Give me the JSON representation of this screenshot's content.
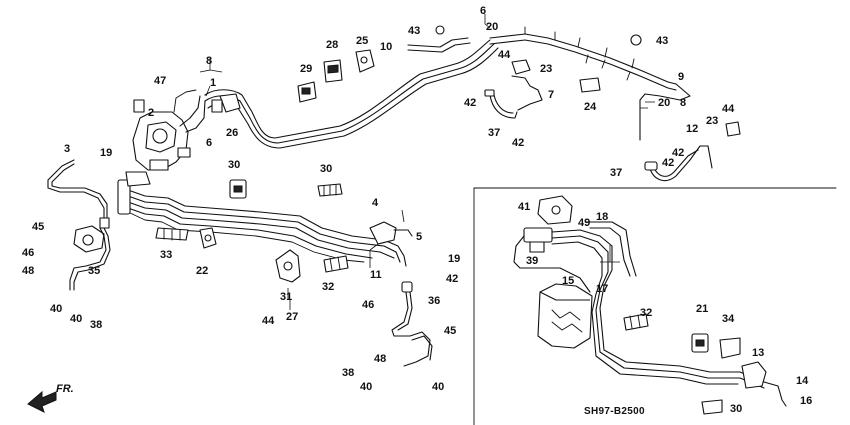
{
  "diagram": {
    "code": "SH97-B2500",
    "direction_label": "FR.",
    "callouts": [
      "6",
      "20",
      "43",
      "10",
      "44",
      "23",
      "43",
      "8",
      "28",
      "25",
      "29",
      "9",
      "47",
      "2",
      "1",
      "7",
      "20",
      "8",
      "26",
      "6",
      "42",
      "24",
      "44",
      "37",
      "42",
      "12",
      "23",
      "3",
      "19",
      "30",
      "30",
      "42",
      "37",
      "42",
      "4",
      "5",
      "45",
      "46",
      "48",
      "35",
      "22",
      "33",
      "19",
      "42",
      "41",
      "49",
      "18",
      "39",
      "15",
      "17",
      "40",
      "38",
      "40",
      "31",
      "27",
      "44",
      "32",
      "36",
      "46",
      "45",
      "21",
      "34",
      "32",
      "13",
      "14",
      "48",
      "38",
      "40",
      "40",
      "16",
      "30",
      "11"
    ]
  }
}
